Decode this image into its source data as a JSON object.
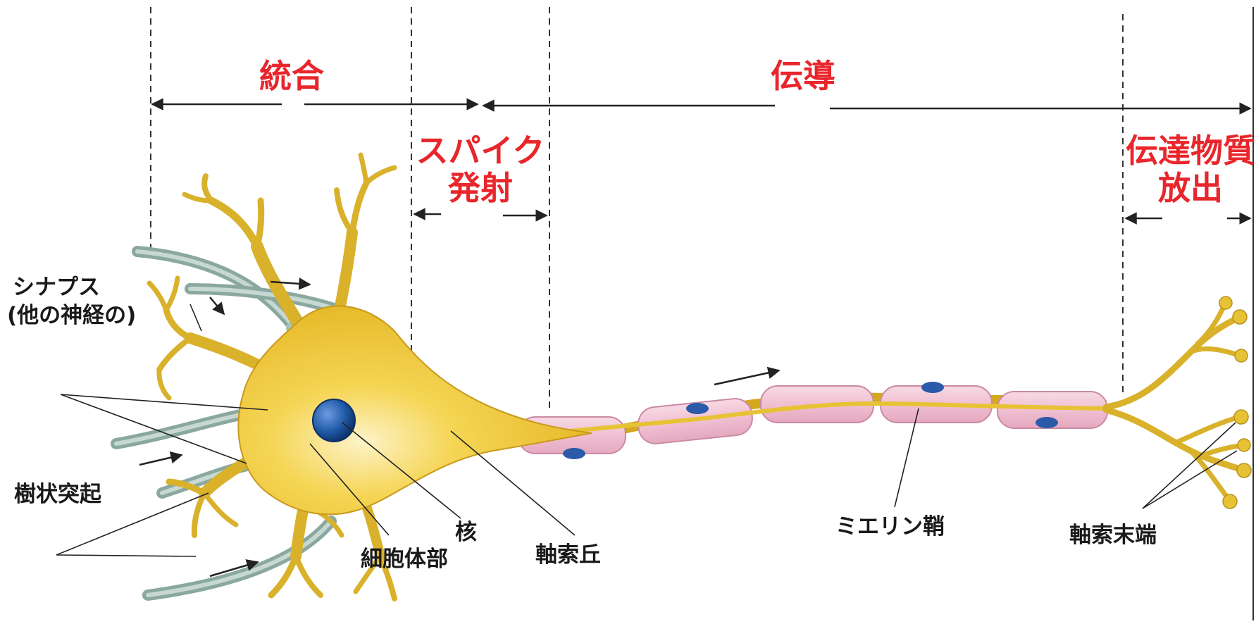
{
  "phases": {
    "integration": "統合",
    "conduction": "伝導",
    "spike_line1": "スパイク",
    "spike_line2": "発射",
    "release_line1": "伝達物質",
    "release_line2": "放出"
  },
  "labels": {
    "synapse_line1": "シナプス",
    "synapse_line2": "(他の神経の)",
    "dendrite": "樹状突起",
    "nucleus": "核",
    "soma": "細胞体部",
    "axon_hillock": "軸索丘",
    "myelin": "ミエリン鞘",
    "axon_terminal": "軸索末端"
  },
  "colors": {
    "phase_text": "#e8262c",
    "cell_body": "#f2cf3e",
    "myelin": "#f2c6d6",
    "nucleus": "#1f5aa6",
    "afferent_axon": "#8aa8a0"
  }
}
